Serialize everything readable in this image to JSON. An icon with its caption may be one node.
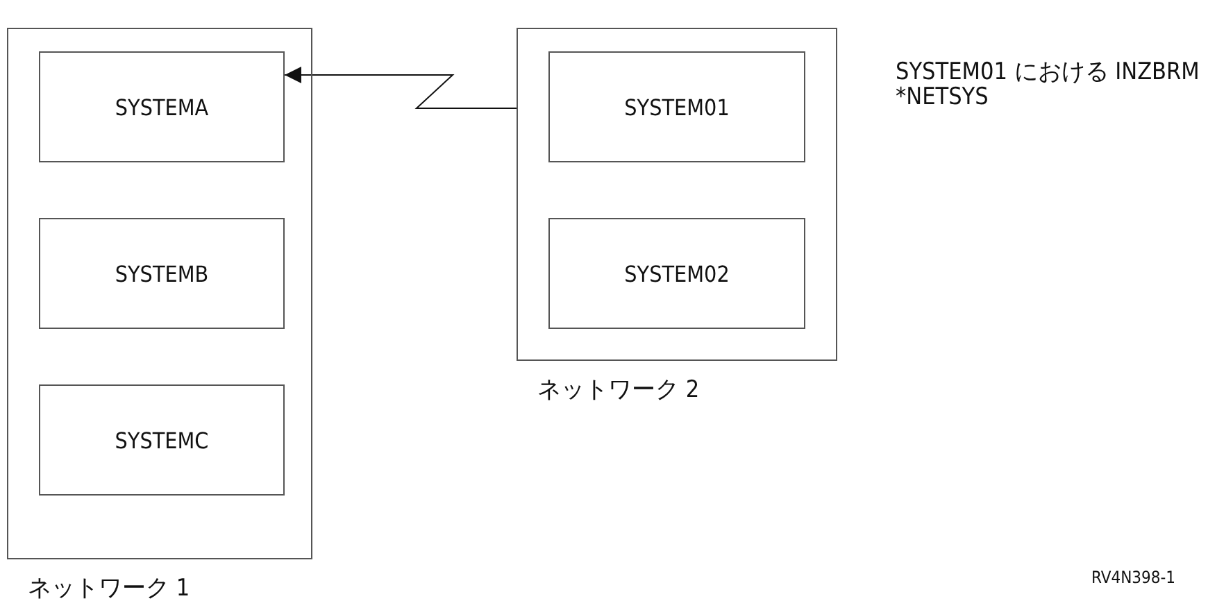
{
  "diagram": {
    "nodes": [
      {
        "text": [
          "ネットワーク 1"
        ]
      },
      {
        "text": [
          "SYSTEMA"
        ],
        "in": 0
      },
      {
        "text": [
          "SYSTEMB"
        ],
        "in": 0
      },
      {
        "text": [
          "SYSTEMC"
        ],
        "in": 0
      },
      {
        "text": [
          "ネットワーク 2"
        ]
      },
      {
        "text": [
          "SYSTEM01"
        ],
        "in": 4
      },
      {
        "text": [
          "SYSTEM02"
        ],
        "in": 4
      }
    ],
    "edges": [
      {
        "from": 4,
        "to": 1,
        "arrow": "to"
      }
    ],
    "labels": [
      "SYSTEM01 における INZBRM *NETSYS",
      "RV4N398-1"
    ]
  }
}
